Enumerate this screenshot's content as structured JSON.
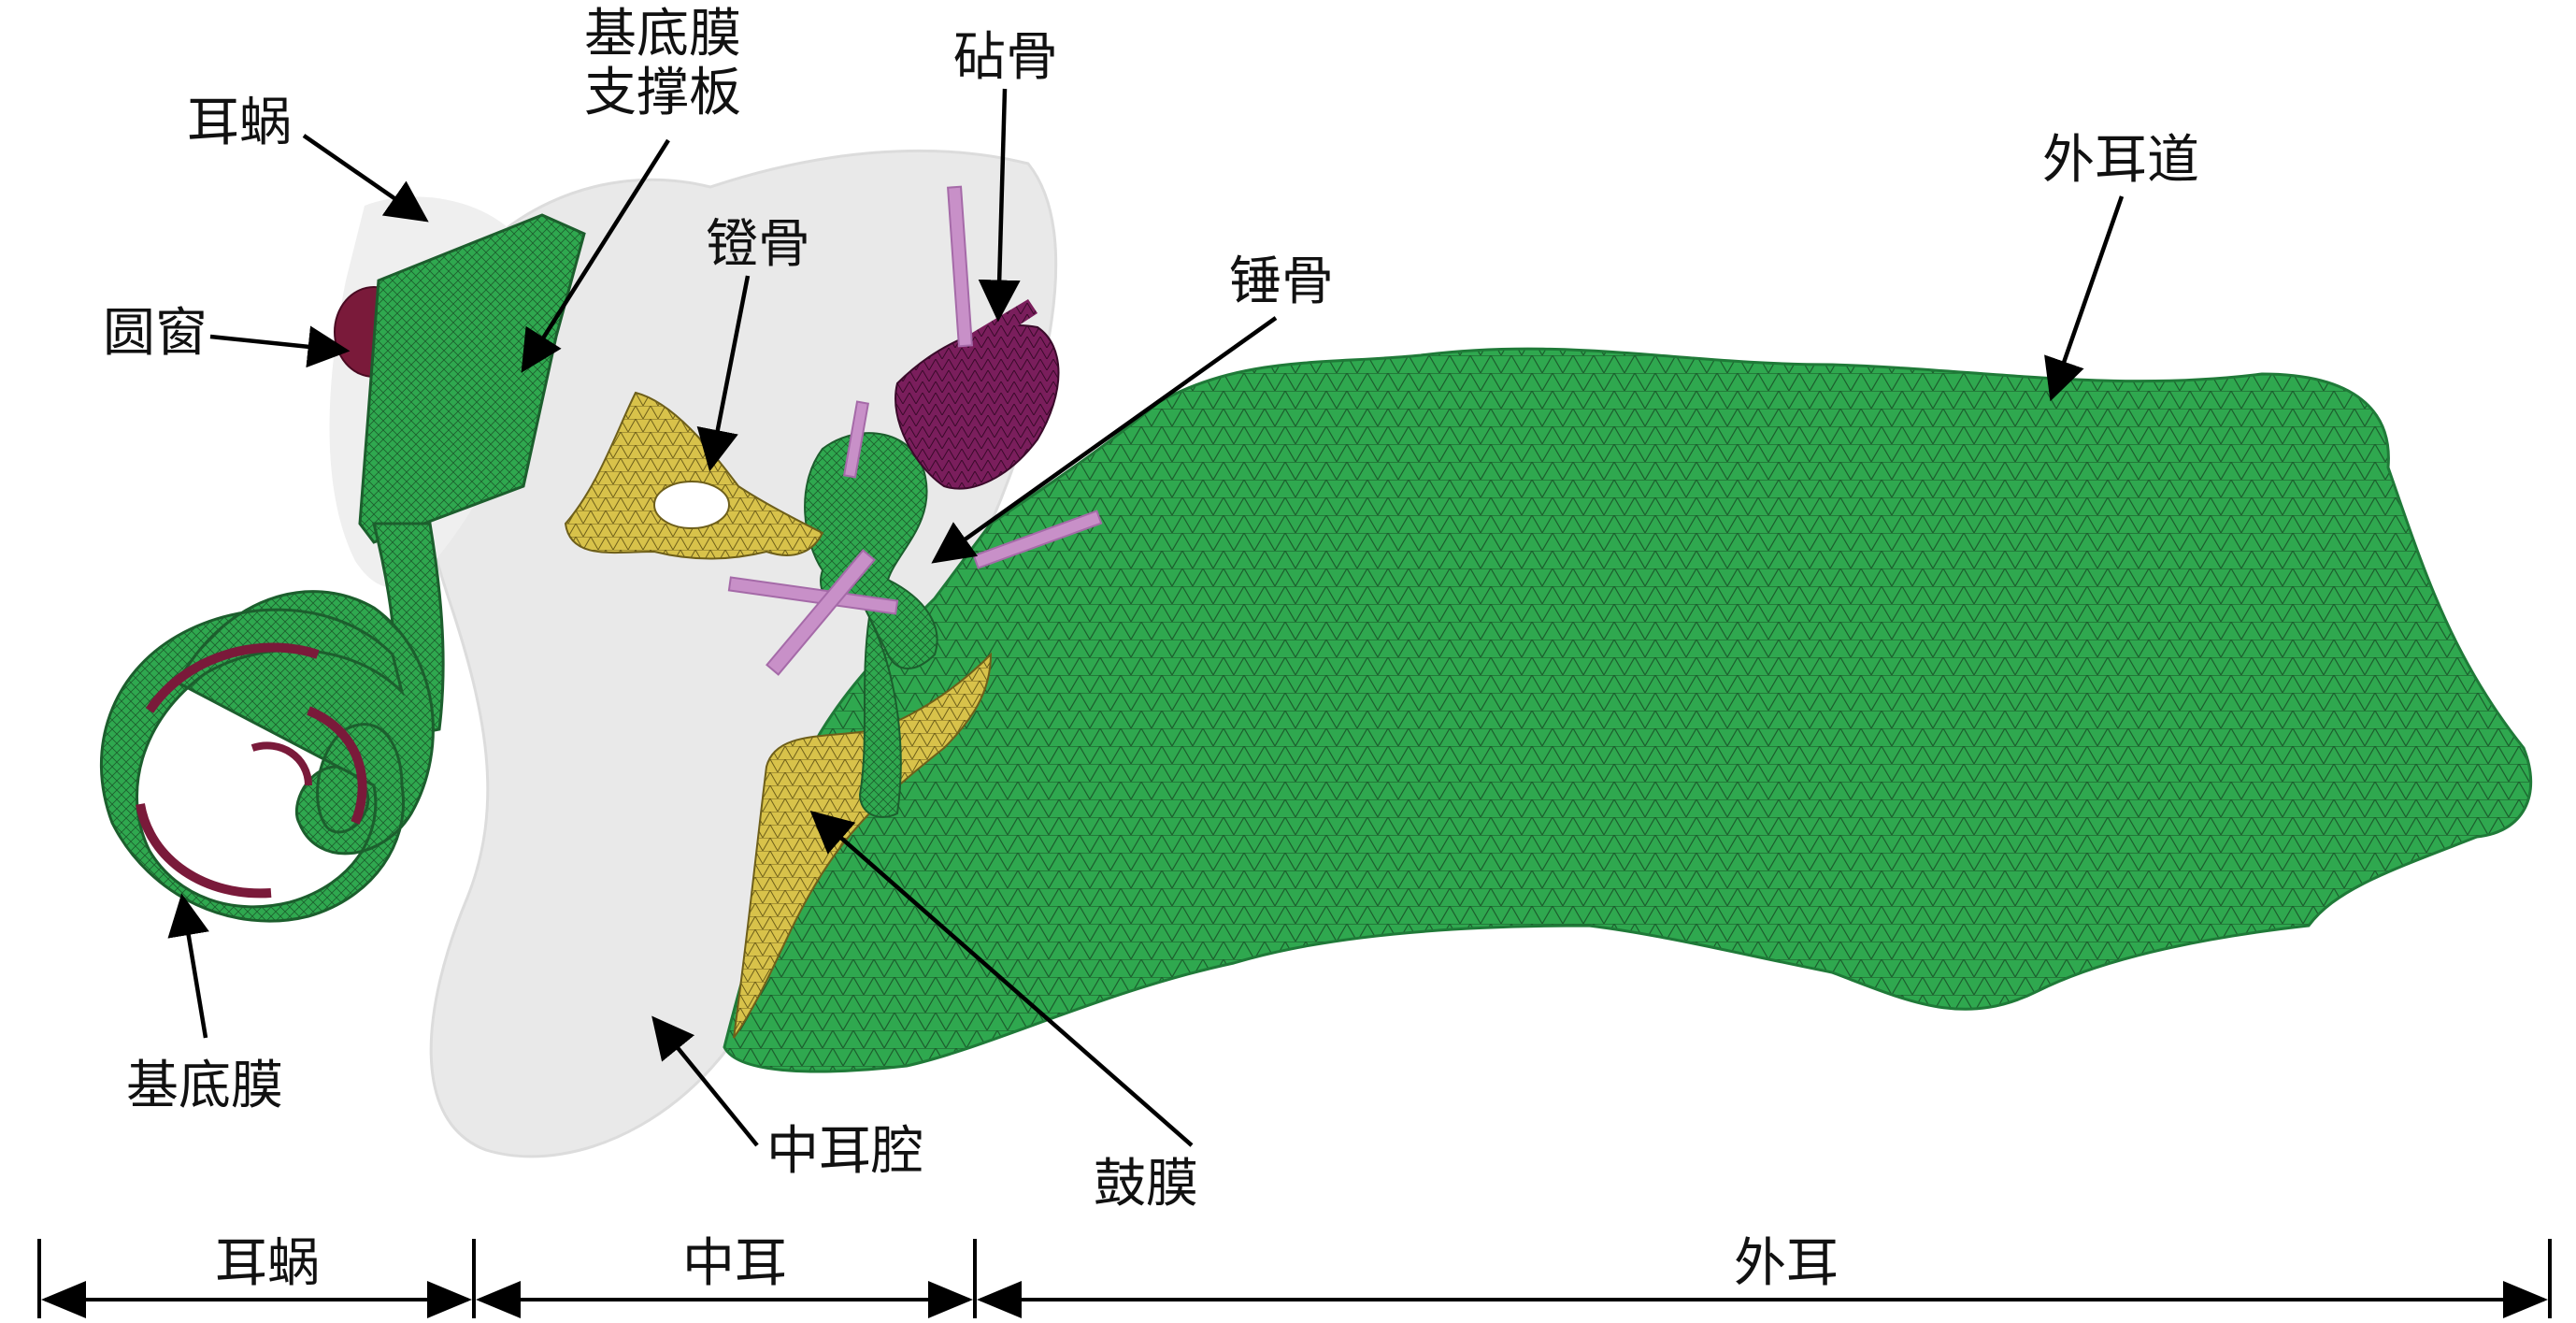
{
  "labels": {
    "cochlea": "耳蜗",
    "bm_support_line1": "基底膜",
    "bm_support_line2": "支撑板",
    "incus": "砧骨",
    "stapes": "镫骨",
    "malleus": "锤骨",
    "ear_canal": "外耳道",
    "round_window": "圆窗",
    "basilar_membrane": "基底膜",
    "middle_ear_cavity": "中耳腔",
    "eardrum": "鼓膜"
  },
  "regions": {
    "cochlea": "耳蜗",
    "middle_ear": "中耳",
    "outer_ear": "外耳"
  },
  "colors": {
    "green": "#2fa84f",
    "green_dark": "#1f7a38",
    "yellow": "#d8c24a",
    "purple": "#7a1e5c",
    "pink": "#c890c8",
    "maroon": "#7a1a3a",
    "ghost": "#e6e6e6"
  }
}
